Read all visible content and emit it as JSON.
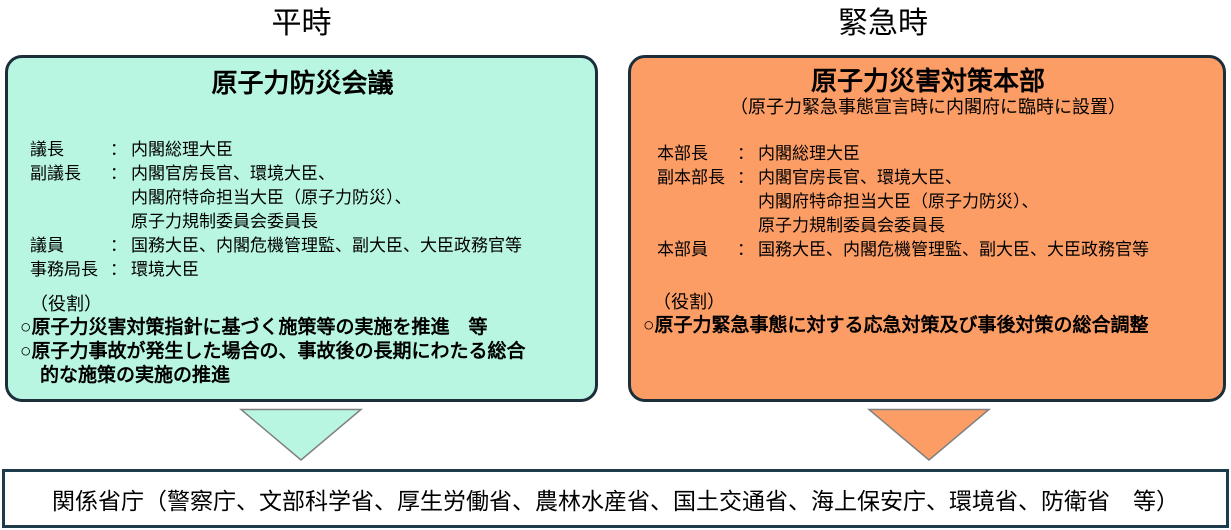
{
  "normal": {
    "label": "平時",
    "title": "原子力防災会議",
    "members": [
      {
        "role": "議長",
        "colon": "：",
        "text": "内閣総理大臣"
      },
      {
        "role": "副議長",
        "colon": "：",
        "text": "内閣官房長官、環境大臣、"
      },
      {
        "role": "",
        "colon": "",
        "text": "内閣府特命担当大臣（原子力防災）、"
      },
      {
        "role": "",
        "colon": "",
        "text": "原子力規制委員会委員長"
      },
      {
        "role": "議員",
        "colon": "：",
        "text": "国務大臣、内閣危機管理監、副大臣、大臣政務官等"
      },
      {
        "role": "事務局長",
        "colon": "：",
        "text": "環境大臣"
      }
    ],
    "roles_heading": "（役割）",
    "bullets": [
      "○原子力災害対策指針に基づく施策等の実施を推進　等",
      "○原子力事故が発生した場合の、事故後の長期にわたる総合\n的な施策の実施の推進"
    ]
  },
  "emergency": {
    "label": "緊急時",
    "title": "原子力災害対策本部",
    "subtitle": "（原子力緊急事態宣言時に内閣府に臨時に設置）",
    "members": [
      {
        "role": "本部長",
        "colon": "：",
        "text": "内閣総理大臣"
      },
      {
        "role": "副本部長",
        "colon": "：",
        "text": "内閣官房長官、環境大臣、"
      },
      {
        "role": "",
        "colon": "",
        "text": "内閣府特命担当大臣（原子力防災）、"
      },
      {
        "role": "",
        "colon": "",
        "text": "原子力規制委員会委員長"
      },
      {
        "role": "本部員",
        "colon": "：",
        "text": "国務大臣、内閣危機管理監、副大臣、大臣政務官等"
      }
    ],
    "roles_heading": "（役割）",
    "bullets": [
      "○原子力緊急事態に対する応急対策及び事後対策の総合調整"
    ]
  },
  "ministries": {
    "text": "関係省庁（警察庁、文部科学省、厚生労働省、農林水産省、国土交通省、海上保安庁、環境省、防衛省　等）"
  },
  "colors": {
    "normal_fill": "#b8f6e2",
    "emergency_fill": "#fd9d66",
    "box_border": "#1c2e3a",
    "ministries_border": "#1d3b4a",
    "triangle_stroke": "#808080"
  }
}
